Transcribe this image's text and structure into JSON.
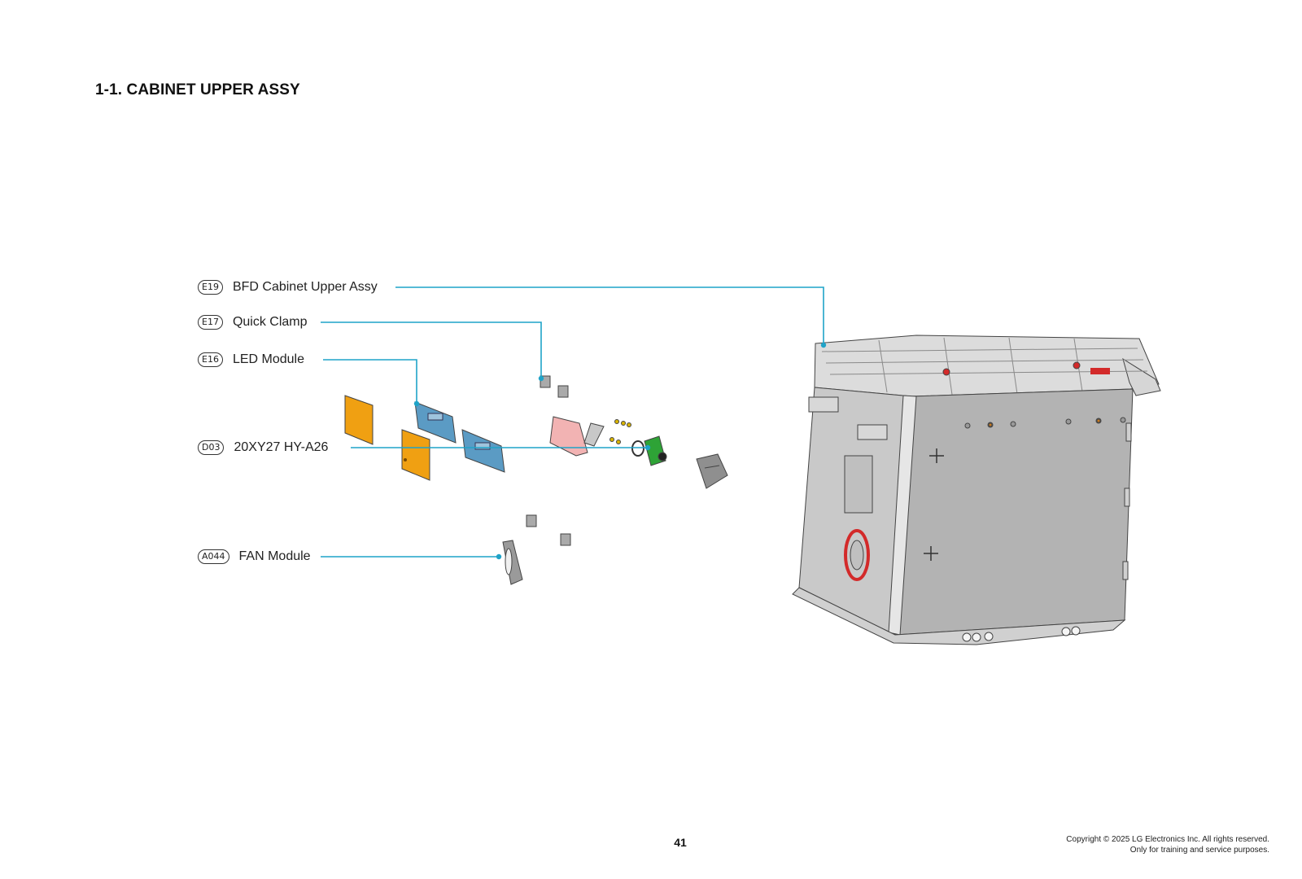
{
  "section_title": "1-1. CABINET UPPER ASSY",
  "callouts": [
    {
      "code": "E19",
      "label": "BFD Cabinet Upper Assy"
    },
    {
      "code": "E17",
      "label": "Quick Clamp"
    },
    {
      "code": "E16",
      "label": "LED Module"
    },
    {
      "code": "D03",
      "label": "20XY27 HY-A26"
    },
    {
      "code": "A044",
      "label": "FAN Module"
    }
  ],
  "page_number": "41",
  "footer": {
    "copyright": "Copyright © 2025 LG Electronics Inc. All rights reserved.",
    "note": "Only for training and service purposes."
  },
  "colors": {
    "leader_line": "#1fa3c8",
    "cabinet_face": "#b3b3b3",
    "cabinet_side": "#c9c9c9",
    "cabinet_top": "#dcdcdc",
    "filter_panel": "#f0a012",
    "led_module": "#5b9bc4",
    "bracket": "#f2b3b3",
    "pcb": "#2ea336",
    "accent_red": "#d32a2a"
  }
}
